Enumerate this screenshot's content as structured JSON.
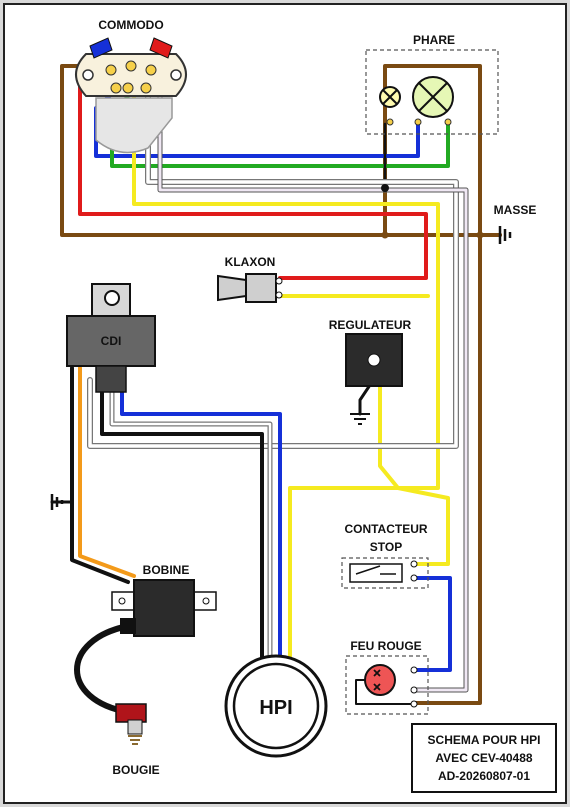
{
  "labels": {
    "commodo": "COMMODO",
    "phare": "PHARE",
    "masse": "MASSE",
    "klaxon": "KLAXON",
    "cdi": "CDI",
    "regulateur": "REGULATEUR",
    "contacteur_line1": "CONTACTEUR",
    "contacteur_line2": "STOP",
    "bobine": "BOBINE",
    "feu_rouge": "FEU ROUGE",
    "hpi": "HPI",
    "bougie": "BOUGIE"
  },
  "title_block": {
    "line1": "SCHEMA POUR HPI",
    "line2": "AVEC CEV-40488",
    "line3": "AD-20260807-01"
  },
  "wire_colors": {
    "brown": "#7a4a12",
    "red": "#e01b1b",
    "blue": "#1530d8",
    "green": "#22aa22",
    "yellow": "#f5ea20",
    "black": "#111111",
    "orange": "#f39a1a",
    "white": "#ffffff",
    "violet": "#a07ab0"
  }
}
